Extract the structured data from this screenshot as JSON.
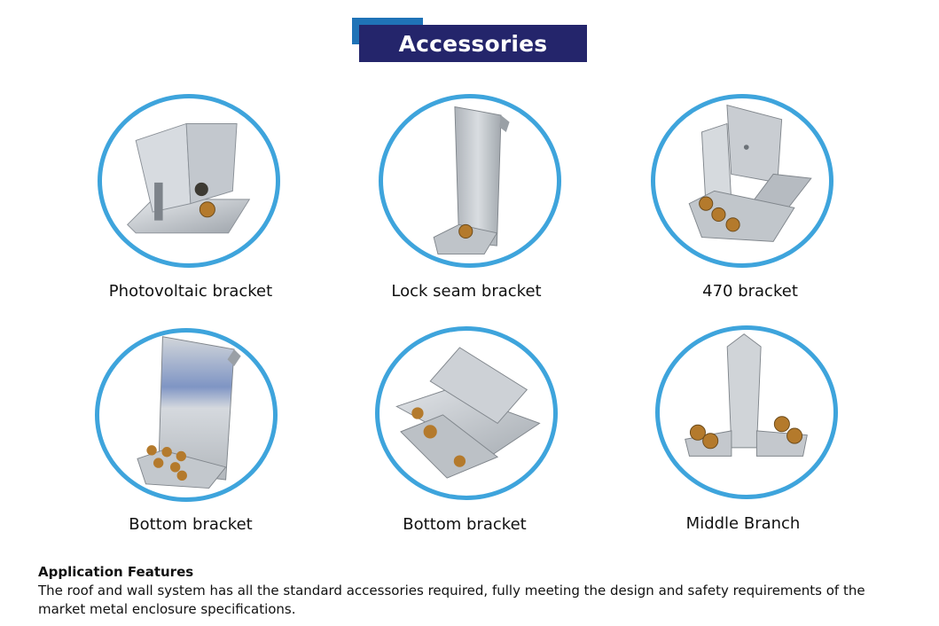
{
  "header": {
    "title": "Accessories"
  },
  "accessories": [
    {
      "label": "Photovoltaic bracket",
      "icon": "photovoltaic-bracket-icon"
    },
    {
      "label": "Lock seam bracket",
      "icon": "lock-seam-bracket-icon"
    },
    {
      "label": "470 bracket",
      "icon": "470-bracket-icon"
    },
    {
      "label": "Bottom bracket",
      "icon": "bottom-bracket-icon"
    },
    {
      "label": "Bottom bracket",
      "icon": "bottom-bracket-corrugated-icon"
    },
    {
      "label": "Middle Branch",
      "icon": "middle-branch-icon"
    }
  ],
  "features": {
    "title": "Application Features",
    "description": "The roof and wall system has all the standard accessories required, fully meeting the design and safety requirements of the market metal enclosure specifications."
  },
  "colors": {
    "header_bg": "#24256b",
    "header_accent": "#1f73b7",
    "circle_border": "#3ea4dc",
    "metal": "#b9bec4"
  }
}
